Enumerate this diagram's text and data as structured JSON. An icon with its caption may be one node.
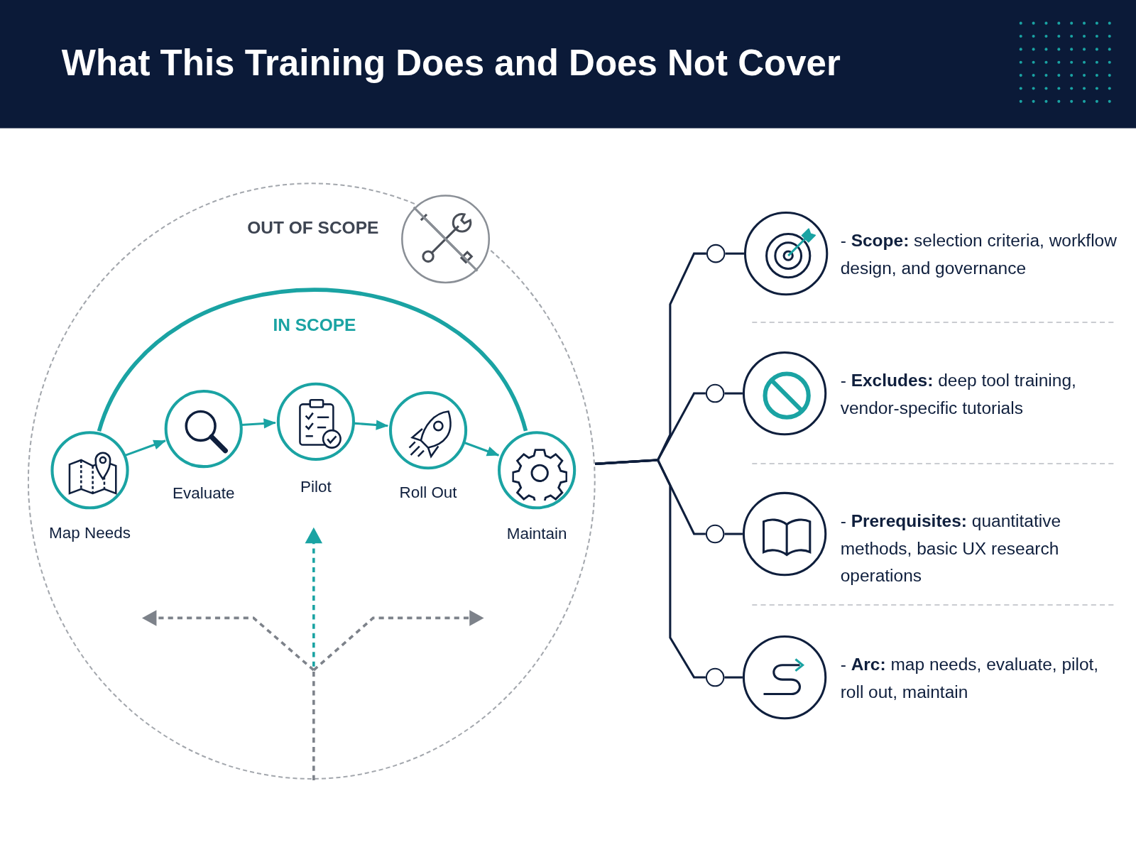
{
  "diagram": {
    "title": "What This Training Does and Does Not Cover",
    "nodes": [
      {
        "text": [
          "OUT OF SCOPE"
        ]
      },
      {
        "text": [
          "Map Needs"
        ],
        "in": 0
      },
      {
        "text": [
          "Evaluate"
        ],
        "in": 0
      },
      {
        "text": [
          "Pilot"
        ],
        "in": 0
      },
      {
        "text": [
          "Roll Out"
        ],
        "in": 0
      },
      {
        "text": [
          "Maintain"
        ],
        "in": 0
      },
      {
        "text": [],
        "shape": "circle"
      },
      {
        "text": [],
        "shape": "circle",
        "beside": [
          "- **Scope:** selection criteria, workflow design, and governance"
        ]
      },
      {
        "text": [],
        "shape": "circle"
      },
      {
        "text": [],
        "shape": "circle",
        "beside": [
          "- **Excludes:** deep tool training, vendor-specific tutorials"
        ]
      },
      {
        "text": [],
        "shape": "circle"
      },
      {
        "text": [],
        "shape": "circle",
        "beside": [
          "- **Prerequisites:** quantitative methods, basic UX research operations"
        ]
      },
      {
        "text": [],
        "shape": "circle"
      },
      {
        "text": [],
        "shape": "circle",
        "beside": [
          "- **Arc:** map needs, evaluate, pilot, roll out, maintain"
        ]
      }
    ],
    "edges": [
      {
        "from": 1,
        "to": 2,
        "arrow": "to",
        "color": "#1aa3a3"
      },
      {
        "from": 2,
        "to": 3,
        "arrow": "to",
        "color": "#1aa3a3"
      },
      {
        "from": 3,
        "to": 4,
        "arrow": "to",
        "color": "#1aa3a3"
      },
      {
        "from": 4,
        "to": 5,
        "arrow": "to",
        "color": "#1aa3a3"
      },
      {
        "from": 1,
        "to": 5,
        "arrow": "none",
        "label": "IN SCOPE",
        "style": "thick",
        "color": "#1aa3a3"
      },
      {
        "from": 0,
        "to": 6,
        "arrow": "none"
      },
      {
        "from": 0,
        "to": 8,
        "arrow": "none"
      },
      {
        "from": 0,
        "to": 10,
        "arrow": "none"
      },
      {
        "from": 0,
        "to": 12,
        "arrow": "none"
      },
      {
        "from": 6,
        "to": 7,
        "arrow": "none"
      },
      {
        "from": 8,
        "to": 9,
        "arrow": "none"
      },
      {
        "from": 10,
        "to": 11,
        "arrow": "none"
      },
      {
        "from": 12,
        "to": 13,
        "arrow": "none"
      }
    ]
  }
}
